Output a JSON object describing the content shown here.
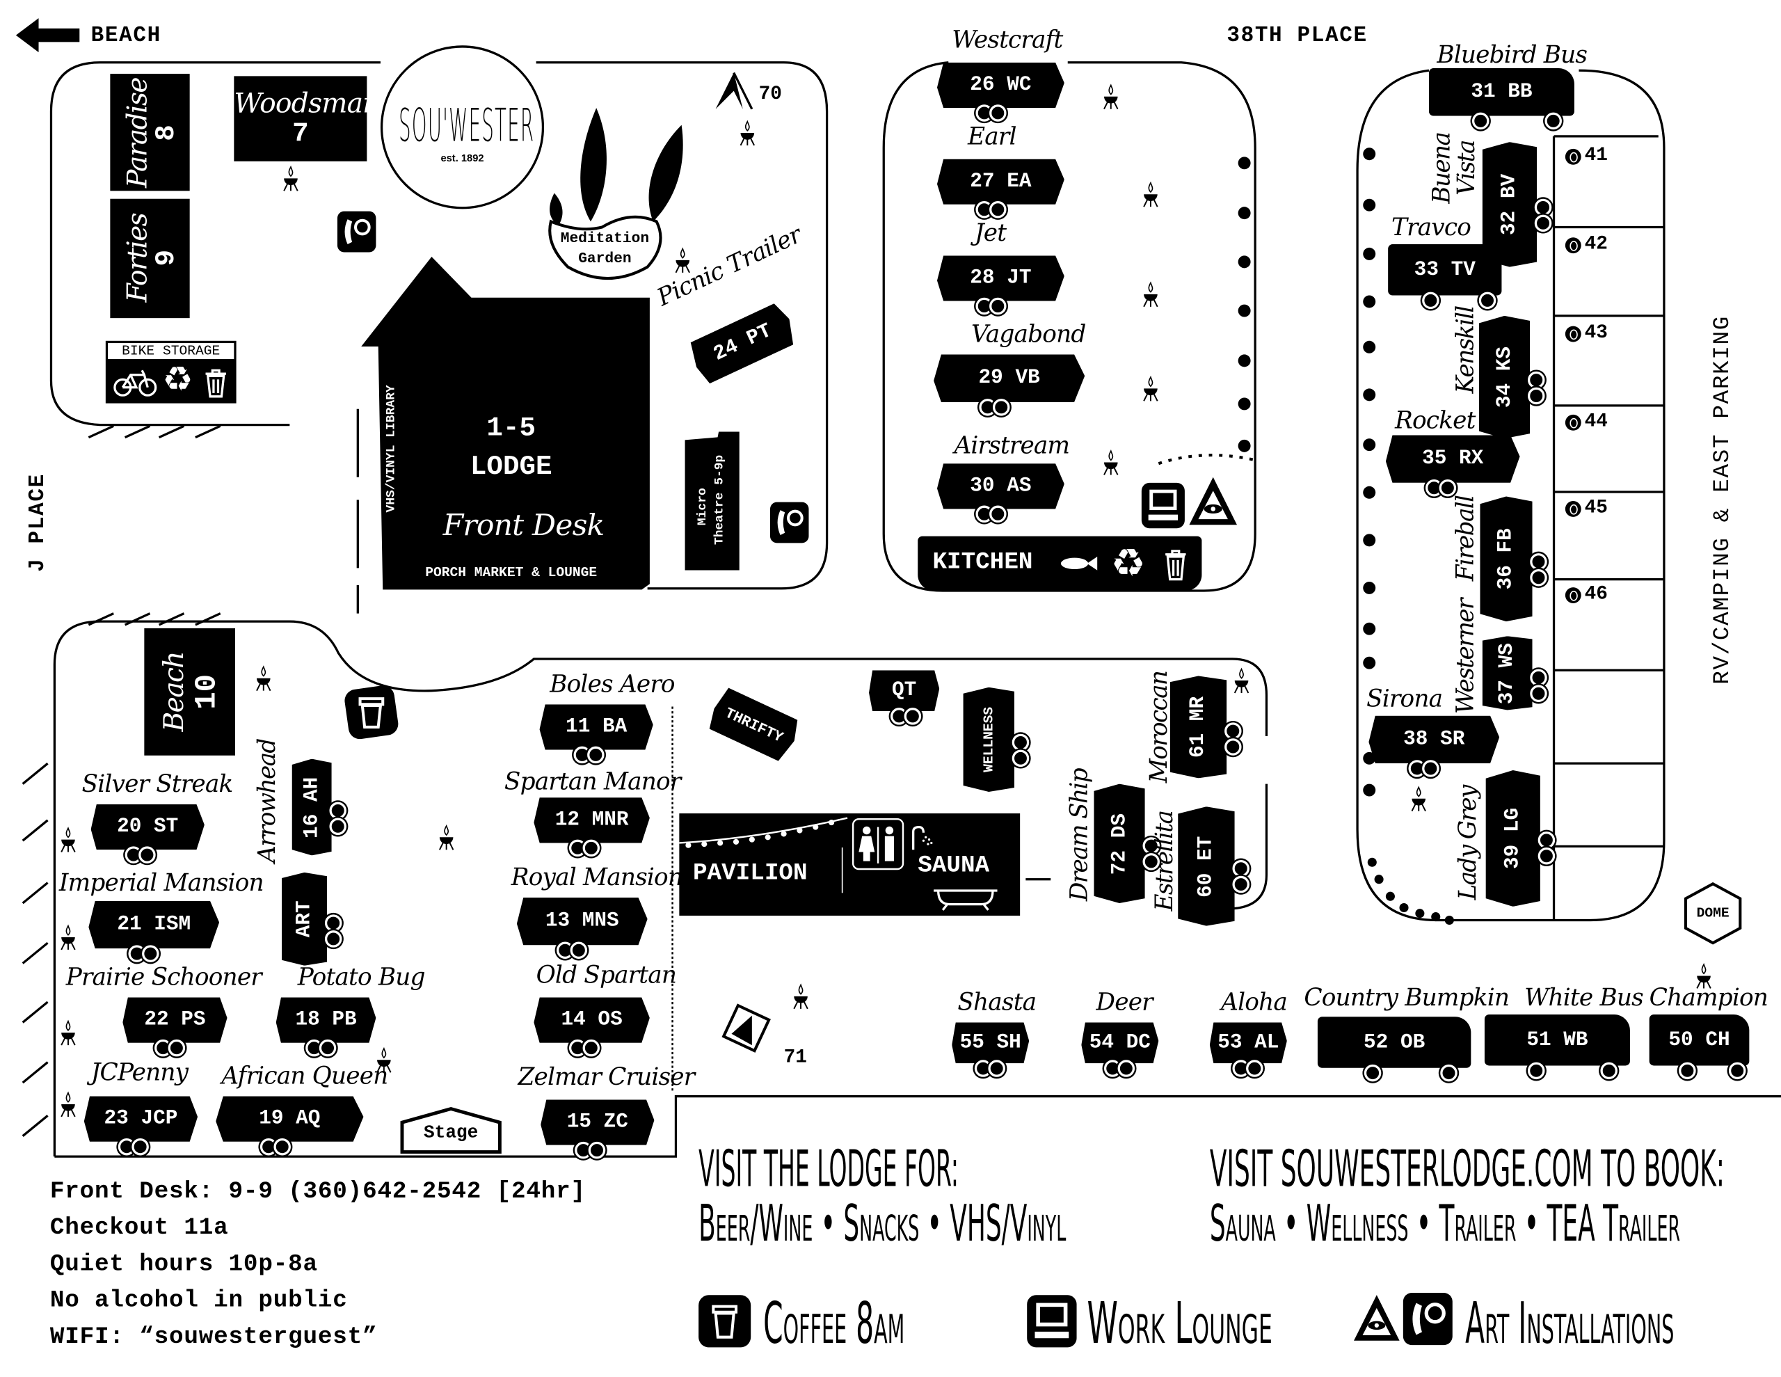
{
  "streets": {
    "beach": "BEACH",
    "north": "38TH PLACE",
    "west": "J PLACE",
    "east": "RV/CAMPING & EAST PARKING"
  },
  "logo": {
    "name": "SOU'WESTER",
    "est": "est. 1892"
  },
  "lodge": {
    "number": "1-5",
    "name": "LODGE",
    "front_desk": "Front Desk",
    "porch": "PORCH MARKET & LOUNGE",
    "library": "VHS/VINYL LIBRARY"
  },
  "meditation_garden": {
    "line1": "Meditation",
    "line2": "Garden"
  },
  "bike_storage": "BIKE STORAGE",
  "kitchen": "KITCHEN",
  "pavilion": "PAVILION",
  "sauna": "SAUNA",
  "stage": "Stage",
  "dome": "DOME",
  "campsites": [
    "70",
    "71"
  ],
  "micro_theatre": {
    "line1": "Micro",
    "line2": "Theatre 5-9p"
  },
  "cabins": [
    {
      "name": "Paradise",
      "code": "8"
    },
    {
      "name": "Forties",
      "code": "9"
    },
    {
      "name": "Woodsman",
      "code": "7"
    },
    {
      "name": "Beach",
      "code": "10"
    }
  ],
  "trailers": [
    {
      "name": "Westcraft",
      "code": "26 WC"
    },
    {
      "name": "Earl",
      "code": "27 EA"
    },
    {
      "name": "Jet",
      "code": "28 JT"
    },
    {
      "name": "Vagabond",
      "code": "29 VB"
    },
    {
      "name": "Airstream",
      "code": "30 AS"
    },
    {
      "name": "Bluebird Bus",
      "code": "31 BB"
    },
    {
      "name": "Travco",
      "code": "33 TV"
    },
    {
      "name": "Rocket",
      "code": "35 RX"
    },
    {
      "name": "Sirona",
      "code": "38 SR"
    },
    {
      "name": "Silver Streak",
      "code": "20 ST"
    },
    {
      "name": "Imperial Mansion",
      "code": "21 ISM"
    },
    {
      "name": "Prairie Schooner",
      "code": "22 PS"
    },
    {
      "name": "JCPenny",
      "code": "23 JCP"
    },
    {
      "name": "African Queen",
      "code": "19 AQ"
    },
    {
      "name": "Potato Bug",
      "code": "18 PB"
    },
    {
      "name": "Boles Aero",
      "code": "11 BA"
    },
    {
      "name": "Spartan Manor",
      "code": "12 MNR"
    },
    {
      "name": "Royal Mansion",
      "code": "13 MNS"
    },
    {
      "name": "Old Spartan",
      "code": "14 OS"
    },
    {
      "name": "Zelmar Cruiser",
      "code": "15 ZC"
    },
    {
      "name": "Shasta",
      "code": "55 SH"
    },
    {
      "name": "Deer",
      "code": "54 DC"
    },
    {
      "name": "Aloha",
      "code": "53 AL"
    },
    {
      "name": "Country Bumpkin",
      "code": "52 OB"
    },
    {
      "name": "White Bus",
      "code": "51 WB"
    },
    {
      "name": "Champion",
      "code": "50 CH"
    },
    {
      "name": "Picnic Trailer",
      "code": "24 PT"
    },
    {
      "name": "",
      "code": "QT"
    },
    {
      "name": "",
      "code": "THRIFTY"
    }
  ],
  "vertical_trailers": [
    {
      "name": "Buena Vista",
      "code": "32 BV"
    },
    {
      "name": "Kenskill",
      "code": "34 KS"
    },
    {
      "name": "Fireball",
      "code": "36 FB"
    },
    {
      "name": "Westerner",
      "code": "37 WS"
    },
    {
      "name": "Lady Grey",
      "code": "39 LG"
    },
    {
      "name": "Arrowhead",
      "code": "16 AH"
    },
    {
      "name": "",
      "code": "ART"
    },
    {
      "name": "Moroccan",
      "code": "61 MR"
    },
    {
      "name": "Dream Ship",
      "code": "72 DS"
    },
    {
      "name": "Estrellita",
      "code": "60 ET"
    },
    {
      "name": "",
      "code": "WELLNESS"
    }
  ],
  "parking": [
    "41",
    "42",
    "43",
    "44",
    "45",
    "46"
  ],
  "info": [
    "Front Desk: 9-9 (360)642-2542 [24hr]",
    "Checkout 11a",
    "Quiet hours 10p-8a",
    "No alcohol in public",
    "WIFI: “souwesterguest”"
  ],
  "visit_lodge": {
    "title": "VISIT THE LODGE FOR:",
    "items": "Beer/Wine • Snacks • VHS/Vinyl"
  },
  "visit_web": {
    "title": "VISIT SOUWESTERLODGE.COM TO BOOK:",
    "items": "Sauna • Wellness • Trailer • TEA Trailer"
  },
  "legend": [
    {
      "icon": "coffee-icon",
      "label": "Coffee 8am"
    },
    {
      "icon": "laptop-icon",
      "label": "Work Lounge"
    },
    {
      "icon": "eye-triangle-icon",
      "label": "Art Installations"
    }
  ],
  "colors": {
    "ink": "#000000",
    "paper": "#ffffff"
  }
}
